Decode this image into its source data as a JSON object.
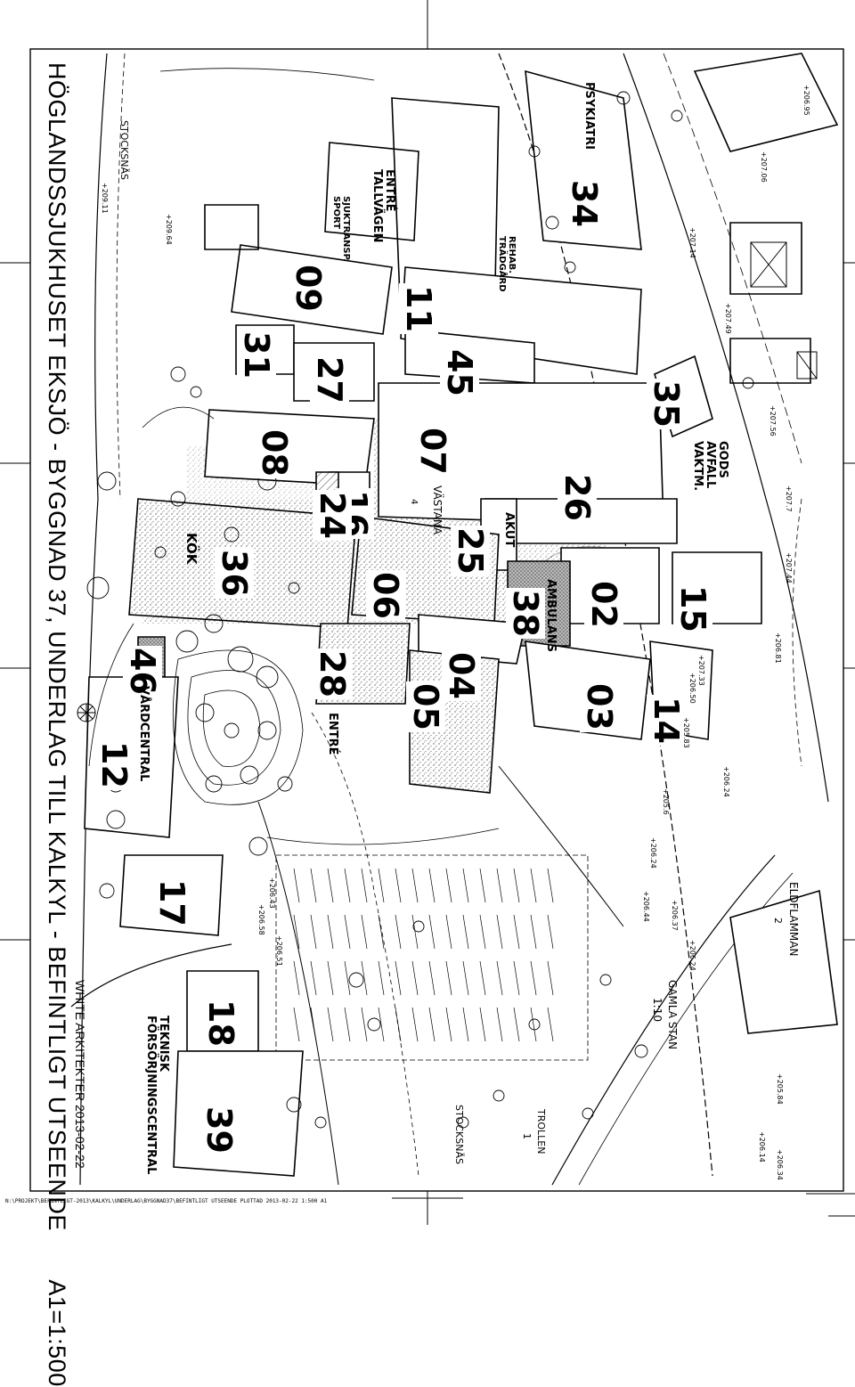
{
  "sheet": {
    "title": "HÖGLANDSSJUKHUSET EKSJÖ - BYGGNAD 37, UNDERLAG TILL KALKYL - BEFINTLIGT UTSEENDE",
    "scale": "A1=1:500",
    "credit": "WHITE ARKITEKTER 2013-02-22",
    "footer_path": "N:\\PROJEKT\\BEFINTLIGT-2013\\KALKYL\\UNDERLAG\\BYGGNAD37\\BEFINTLIGT UTSEENDE PLOTTAD 2013-02-22 1:500 A1"
  },
  "buildings": [
    {
      "number": "09"
    },
    {
      "number": "11"
    },
    {
      "number": "31"
    },
    {
      "number": "27"
    },
    {
      "number": "34"
    },
    {
      "number": "45"
    },
    {
      "number": "35"
    },
    {
      "number": "08"
    },
    {
      "number": "07"
    },
    {
      "number": "26"
    },
    {
      "number": "16"
    },
    {
      "number": "24"
    },
    {
      "number": "25"
    },
    {
      "number": "36"
    },
    {
      "number": "06"
    },
    {
      "number": "02"
    },
    {
      "number": "15"
    },
    {
      "number": "38"
    },
    {
      "number": "46"
    },
    {
      "number": "28"
    },
    {
      "number": "04"
    },
    {
      "number": "05"
    },
    {
      "number": "03"
    },
    {
      "number": "14"
    },
    {
      "number": "12"
    },
    {
      "number": "17"
    },
    {
      "number": "18"
    },
    {
      "number": "39"
    }
  ],
  "labels": {
    "psykiatri": "PSYKIATRI",
    "entre_tallvagen": "ENTRÉ\nTALLVÄGEN",
    "sjuktransport": "SJUKTRANSP.\nSPORT",
    "rehab": "REHAB.\nTRÄDGÅRD",
    "gods": "GODS\nAVFALL\nVAKTM.",
    "vastana": "VÄSTANA",
    "vastana_num": "4",
    "akut": "AKUT",
    "ambulans": "AMBULANS",
    "kok": "KÖK",
    "vardcentral": "VÅRDCENTRAL",
    "entre": "ENTRÉ",
    "teknisk": "TEKNISK\nFÖRSÖRJNINGSCENTRAL",
    "stocksnas_top": "STOCKSNÄS",
    "stocksnas_bottom": "STOCKSNÄS",
    "eldflamman": "ELDFLAMMAN",
    "eldflamman_num": "2",
    "gamla_stan": "GAMLA STAN",
    "gamla_stan_num": "1:10",
    "trollen": "TROLLEN",
    "trollen_num": "1"
  },
  "spot_heights": [
    "+209.11",
    "+209.64",
    "+207.14",
    "+207.06",
    "+206.95",
    "+207.49",
    "+207.56",
    "+207.7",
    "+207.44",
    "+206.81",
    "+207.33",
    "+206.50",
    "+205.83",
    "+206.24",
    "+205.6",
    "+206.24",
    "+206.44",
    "+206.37",
    "+206.24",
    "+205.84",
    "+206.14",
    "+206.34",
    "+206.43",
    "+206.58",
    "+206.51"
  ],
  "colors": {
    "ink": "#000000",
    "paper": "#ffffff",
    "stipple": "#7a7a7a"
  }
}
